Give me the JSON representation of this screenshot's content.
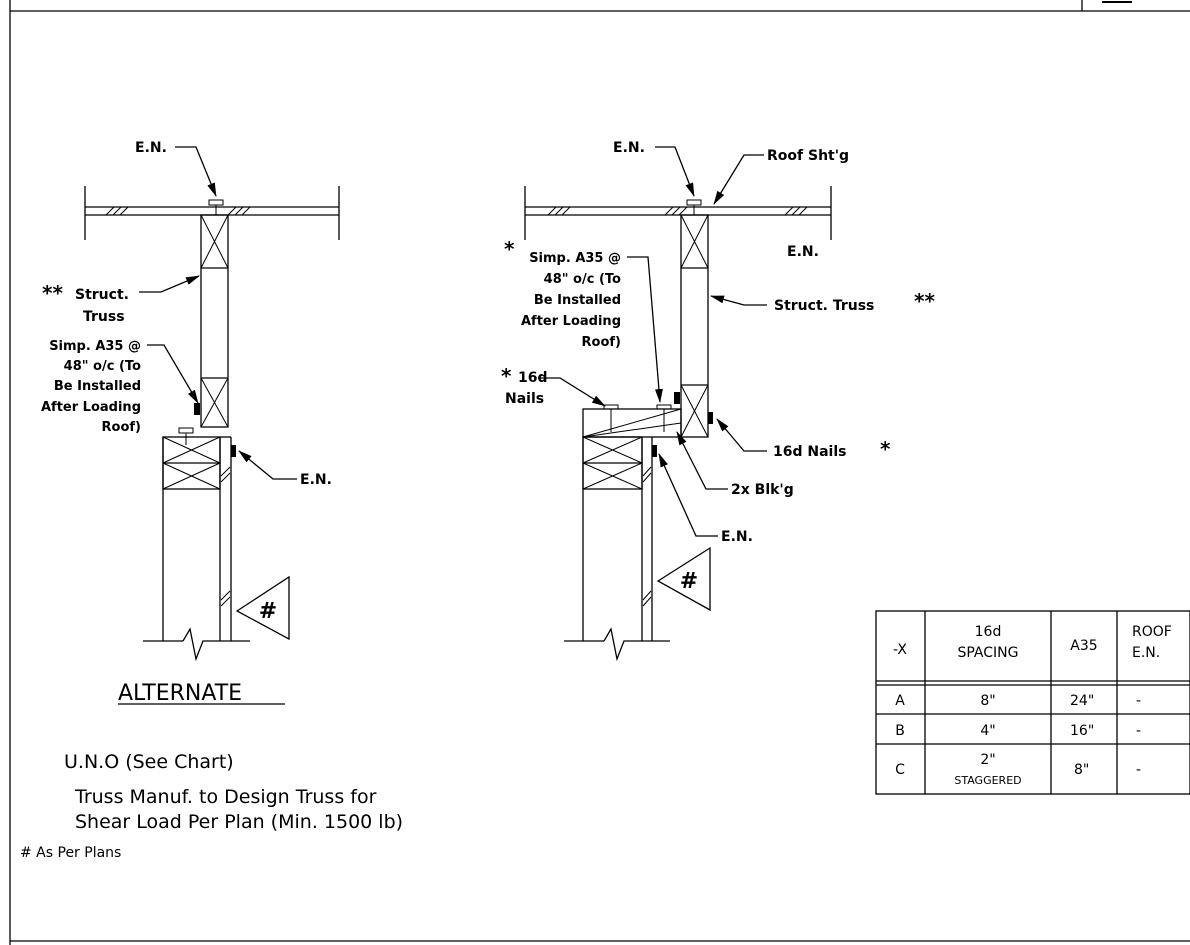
{
  "left_detail": {
    "en_top": "E.N.",
    "struct_stars": "**",
    "struct_line1": "Struct.",
    "struct_line2": "Truss",
    "simp_line1": "Simp. A35 @",
    "simp_line2": "48\" o/c (To",
    "simp_line3": "Be Installed",
    "simp_line4": "After Loading",
    "simp_line5": "Roof)",
    "en_side": "E.N.",
    "hash": "#"
  },
  "right_detail": {
    "en_top": "E.N.",
    "roof_shtg": "Roof Sht'g",
    "en_right": "E.N.",
    "simp_star": "*",
    "simp_line1": "Simp. A35 @",
    "simp_line2": "48\" o/c (To",
    "simp_line3": "Be Installed",
    "simp_line4": "After Loading",
    "simp_line5": "Roof)",
    "struct_truss": "Struct. Truss",
    "struct_stars": "**",
    "nails_star": "*",
    "nails_line1": "16d",
    "nails_line2": "Nails",
    "nails_right": "16d Nails",
    "nails_right_star": "*",
    "blkg": "2x Blk'g",
    "en_bottom": "E.N.",
    "hash": "#"
  },
  "notes": {
    "title": "ALTERNATE",
    "uno": "U.N.O (See Chart)",
    "truss1": "Truss Manuf. to Design Truss for",
    "truss2": "Shear Load Per Plan (Min. 1500 lb)",
    "plans": "# As Per Plans"
  },
  "table": {
    "headers": {
      "col1": "-X",
      "col2_line1": "16d",
      "col2_line2": "SPACING",
      "col3": "A35",
      "col4_line1": "ROOF",
      "col4_line2": "E.N."
    },
    "rows": [
      {
        "x": "A",
        "spacing": "8\"",
        "spacing_sub": "",
        "a35": "24\"",
        "roof": "-"
      },
      {
        "x": "B",
        "spacing": "4\"",
        "spacing_sub": "",
        "a35": "16\"",
        "roof": "-"
      },
      {
        "x": "C",
        "spacing": "2\"",
        "spacing_sub": "STAGGERED",
        "a35": "8\"",
        "roof": "-"
      }
    ]
  }
}
